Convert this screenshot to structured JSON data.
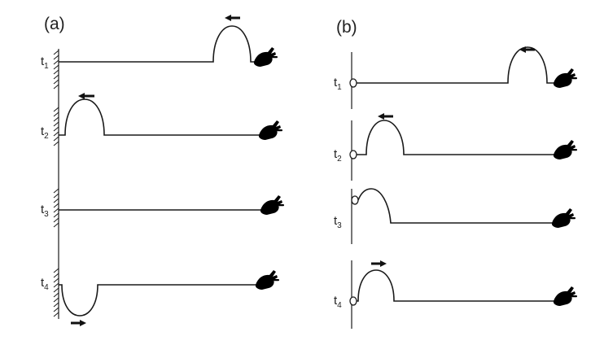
{
  "panels": [
    {
      "label": "(a)",
      "boundary": "fixed-wall",
      "rows": [
        {
          "time": "t",
          "sub": "1",
          "pulse": "upright, right end",
          "arrow": "left"
        },
        {
          "time": "t",
          "sub": "2",
          "pulse": "upright, at wall",
          "arrow": "left"
        },
        {
          "time": "t",
          "sub": "3",
          "pulse": "none",
          "arrow": ""
        },
        {
          "time": "t",
          "sub": "4",
          "pulse": "inverted, at wall",
          "arrow": "right"
        }
      ]
    },
    {
      "label": "(b)",
      "boundary": "free-end ring on pole",
      "rows": [
        {
          "time": "t",
          "sub": "1",
          "pulse": "upright, right end",
          "arrow": "left"
        },
        {
          "time": "t",
          "sub": "2",
          "pulse": "upright, near ring",
          "arrow": "left"
        },
        {
          "time": "t",
          "sub": "3",
          "pulse": "upright, at ring",
          "arrow": ""
        },
        {
          "time": "t",
          "sub": "4",
          "pulse": "upright, reflected",
          "arrow": "right"
        }
      ]
    }
  ],
  "icons": {
    "hand": "hand-icon",
    "arrow_left": "arrow-left-icon",
    "arrow_right": "arrow-right-icon",
    "ring": "ring-icon"
  },
  "colors": {
    "line": "#1a1a1a",
    "background": "#ffffff"
  }
}
